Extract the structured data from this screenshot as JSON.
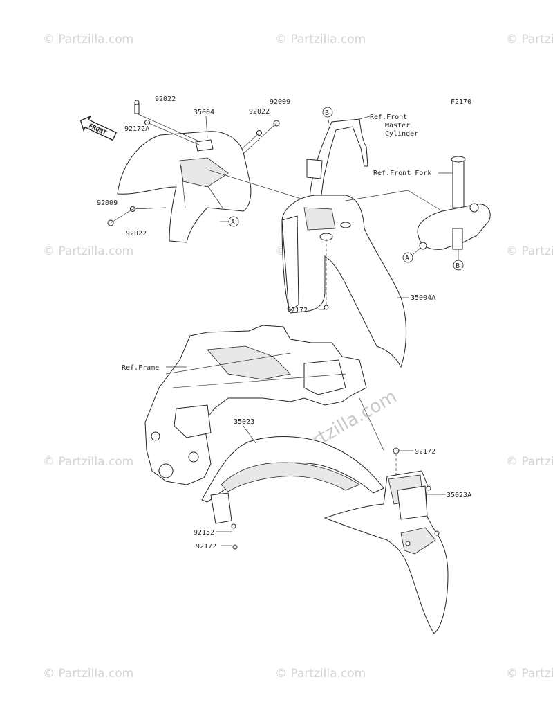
{
  "figure_code": "F2170",
  "watermark": "© Partzilla.com",
  "watermark_center": "© Partzilla.com",
  "front_label": "FRONT",
  "callouts": {
    "a": "A",
    "b": "B"
  },
  "parts": {
    "p92022_top": "92022",
    "p35004": "35004",
    "p92022_mid": "92022",
    "p92009_top": "92009",
    "p92172A": "92172A",
    "p92009_left": "92009",
    "p92022_left": "92022",
    "p35004A": "35004A",
    "p92172_mid": "92172",
    "p35023": "35023",
    "p92172_right": "92172",
    "p35023A": "35023A",
    "p92152": "92152",
    "p92172_bottom": "92172"
  },
  "references": {
    "master_cylinder_line1": "Ref.Front",
    "master_cylinder_line2": "Master",
    "master_cylinder_line3": "Cylinder",
    "front_fork": "Ref.Front Fork",
    "frame": "Ref.Frame"
  }
}
